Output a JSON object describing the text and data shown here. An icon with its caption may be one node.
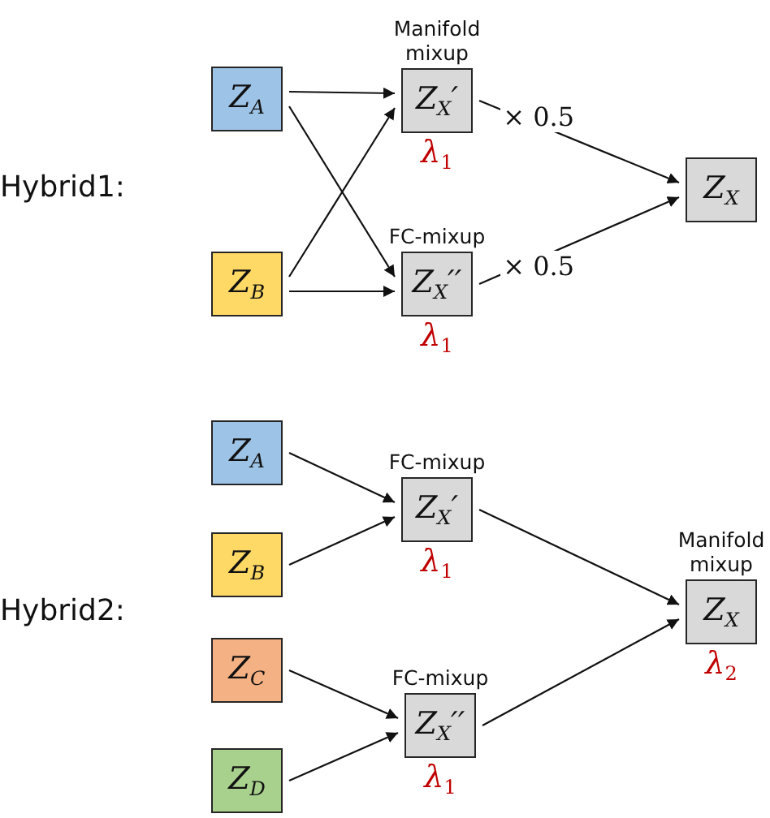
{
  "diagram": {
    "nodes": [
      {
        "text": [
          "Z$_{A}$"
        ]
      },
      {
        "text": [
          "Z$_{B}$"
        ]
      },
      {
        "text": [
          "Manifold mixup",
          "Z$_{X}$′"
        ],
        "beside": [
          "λ$_{1}$"
        ]
      },
      {
        "text": [
          "FC-mixup",
          "Z$_{X}$′′"
        ],
        "beside": [
          "λ$_{1}$"
        ]
      },
      {
        "text": [
          "Z$_{X}$"
        ]
      },
      {
        "text": [
          "Z$_{A}$"
        ]
      },
      {
        "text": [
          "Z$_{B}$"
        ]
      },
      {
        "text": [
          "Z$_{C}$"
        ]
      },
      {
        "text": [
          "Z$_{D}$"
        ]
      },
      {
        "text": [
          "FC-mixup",
          "Z$_{X}$′"
        ],
        "beside": [
          "λ$_{1}$"
        ]
      },
      {
        "text": [
          "FC-mixup",
          "Z$_{X}$′′"
        ],
        "beside": [
          "λ$_{1}$"
        ]
      },
      {
        "text": [
          "Manifold mixup",
          "Z$_{X}$"
        ],
        "beside": [
          "λ$_{2}$"
        ]
      }
    ],
    "edges": [
      {
        "from": 0,
        "to": 2,
        "arrow": "to"
      },
      {
        "from": 0,
        "to": 3,
        "arrow": "to"
      },
      {
        "from": 1,
        "to": 2,
        "arrow": "to"
      },
      {
        "from": 1,
        "to": 3,
        "arrow": "to"
      },
      {
        "from": 2,
        "to": 4,
        "arrow": "to",
        "label": "× 0.5"
      },
      {
        "from": 3,
        "to": 4,
        "arrow": "to",
        "label": "× 0.5"
      },
      {
        "from": 5,
        "to": 9,
        "arrow": "to"
      },
      {
        "from": 6,
        "to": 9,
        "arrow": "to"
      },
      {
        "from": 7,
        "to": 10,
        "arrow": "to"
      },
      {
        "from": 8,
        "to": 10,
        "arrow": "to"
      },
      {
        "from": 9,
        "to": 11,
        "arrow": "to"
      },
      {
        "from": 10,
        "to": 11,
        "arrow": "to"
      }
    ],
    "labels": [
      "Hybrid1:",
      "Hybrid2:"
    ]
  }
}
